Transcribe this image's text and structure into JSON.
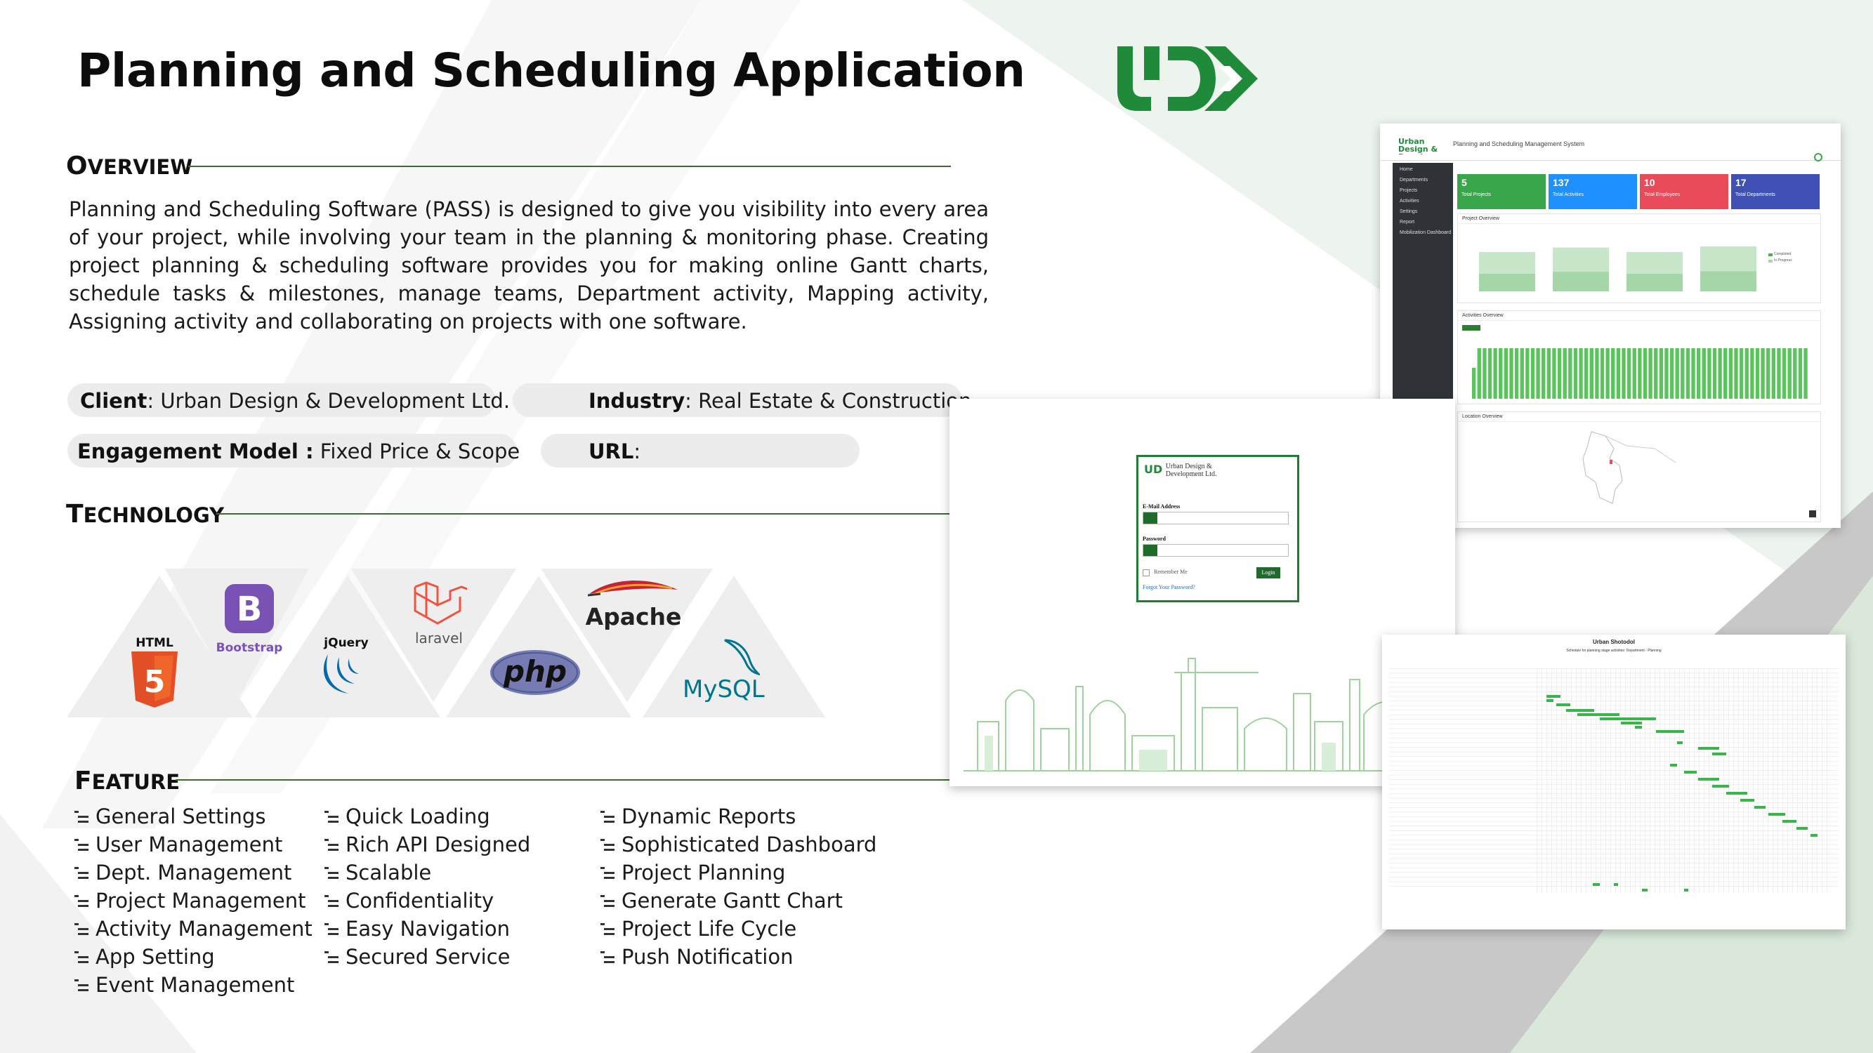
{
  "title": "Planning and Scheduling Application",
  "overview": {
    "heading_first": "O",
    "heading_rest": "VERVIEW",
    "text": "Planning and Scheduling Software (PASS) is designed to give you visibility into every area of your project, while involving your team in the planning & monitoring phase. Creating project planning & scheduling software provides you for making online Gantt charts, schedule tasks & milestones, manage teams, Department activity, Mapping activity, Assigning activity and collaborating on projects with one software."
  },
  "info": {
    "client_label": "Client",
    "client_value": ": Urban Design & Development Ltd.",
    "industry_label": "Industry",
    "industry_value": ": Real Estate & Construction",
    "engagement_label": "Engagement Model :",
    "engagement_value": " Fixed Price & Scope",
    "url_label": "URL",
    "url_value": ":"
  },
  "technology": {
    "heading_first": "T",
    "heading_rest": "ECHNOLOGY",
    "items": [
      {
        "label": "HTML",
        "icon": "html5-icon",
        "color": "#e34f26"
      },
      {
        "label": "Bootstrap",
        "icon": "bootstrap-icon",
        "color": "#7952b3"
      },
      {
        "label": "jQuery",
        "icon": "jquery-icon",
        "color": "#0769ad"
      },
      {
        "label": "laravel",
        "icon": "laravel-icon",
        "color": "#f05340"
      },
      {
        "label": "php",
        "icon": "php-icon",
        "color": "#777bb3"
      },
      {
        "label": "Apache",
        "icon": "apache-feather-icon",
        "color": "#c92037"
      },
      {
        "label": "MySQL",
        "icon": "mysql-dolphin-icon",
        "color": "#00758f"
      }
    ]
  },
  "feature": {
    "heading_first": "F",
    "heading_rest": "EATURE",
    "col1": [
      "General Settings",
      "User Management",
      "Dept. Management",
      "Project Management",
      "Activity Management",
      "App Setting",
      "Event Management"
    ],
    "col2": [
      "Quick Loading",
      "Rich API Designed",
      "Scalable",
      "Confidentiality",
      "Easy Navigation",
      "Secured Service"
    ],
    "col3": [
      "Dynamic Reports",
      "Sophisticated Dashboard",
      "Project Planning",
      "Generate Gantt Chart",
      "Project Life Cycle",
      "Push Notification"
    ]
  },
  "dashboard": {
    "header": "Planning and Scheduling Management System",
    "brand": "Urban Design & Development Ltd.",
    "sidebar": [
      "Home",
      "Departments",
      "Projects",
      "Activities",
      "Settings",
      "Report",
      "Mobilization Dashboard"
    ],
    "cards": [
      {
        "value": "5",
        "label": "Total Projects",
        "color": "#3aa64c"
      },
      {
        "value": "137",
        "label": "Total Activities",
        "color": "#1e90ff"
      },
      {
        "value": "10",
        "label": "Total Employees",
        "color": "#e94b5a"
      },
      {
        "value": "17",
        "label": "Total Departments",
        "color": "#3f51b5"
      }
    ],
    "panel1": "Project Overview",
    "panel2": "Activities Overview",
    "panel3": "Location Overview",
    "legend": [
      "Completed",
      "In Progress"
    ],
    "project_bars": [
      0.7,
      0.78,
      0.7,
      0.8
    ],
    "activity_bars": [
      0.55,
      0.9,
      0.9,
      0.9,
      0.9,
      0.9,
      0.9,
      0.9,
      0.9,
      0.9,
      0.9,
      0.9,
      0.9,
      0.9,
      0.9,
      0.9,
      0.9,
      0.9,
      0.9,
      0.9,
      0.9,
      0.9,
      0.9,
      0.9,
      0.9,
      0.9,
      0.9,
      0.9,
      0.9,
      0.9,
      0.9,
      0.9,
      0.9,
      0.9,
      0.9,
      0.9,
      0.9,
      0.9,
      0.9,
      0.9,
      0.9,
      0.9,
      0.9,
      0.9,
      0.9,
      0.9,
      0.9,
      0.9,
      0.9,
      0.9,
      0.9,
      0.9,
      0.9,
      0.9,
      0.9,
      0.9,
      0.9,
      0.9,
      0.9,
      0.9,
      0.9,
      0.9,
      0.9
    ]
  },
  "login": {
    "brand": "Urban Design & Development Ltd.",
    "email_label": "E-Mail Address",
    "password_label": "Password",
    "remember": "Remember Me",
    "login_button": "Login",
    "forgot": "Forgot Your Password?"
  },
  "gantt": {
    "title": "Urban Shotodol",
    "subtitle": "Schedule for planning stage activities: Department - Planning"
  },
  "colors": {
    "brand_green": "#1e8a3a",
    "rule_green": "#3d6b2e",
    "bar_green": "#5cc45c"
  }
}
